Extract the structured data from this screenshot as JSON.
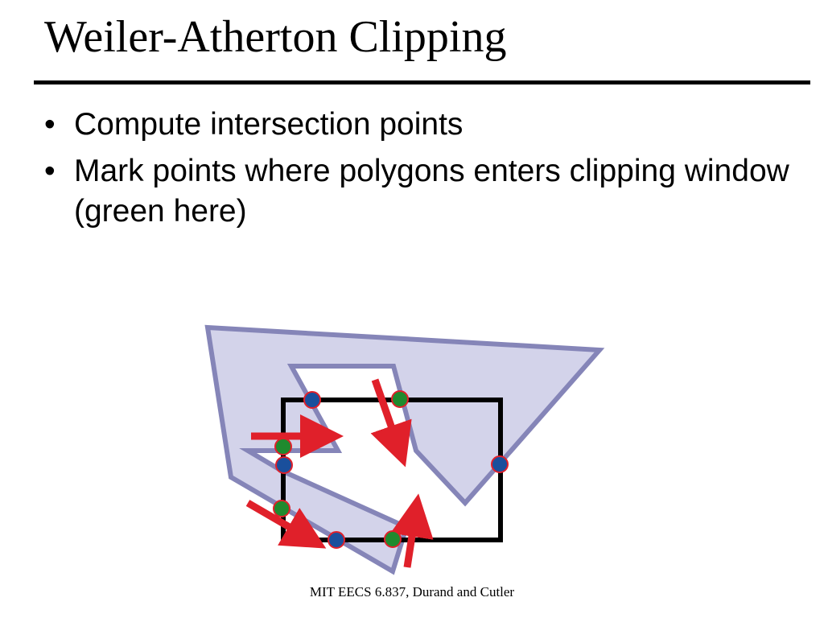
{
  "slide": {
    "title": "Weiler-Atherton Clipping",
    "bullets": [
      {
        "text": "Compute intersection points"
      },
      {
        "text": "Mark points where polygons enters clipping window (green here)"
      }
    ],
    "bullet_glyph": "•",
    "footer": "MIT EECS 6.837, Durand and Cutler"
  },
  "diagram": {
    "colors": {
      "polygon_fill": "#d3d3ea",
      "polygon_stroke": "#8585b8",
      "window_stroke": "#000000",
      "entering_point": "#1f8a2e",
      "exiting_point": "#1a4f9c",
      "point_outline": "#e0202a",
      "arrow": "#e0202a"
    },
    "intersection_points": [
      {
        "kind": "exiting",
        "icon": "blue-dot"
      },
      {
        "kind": "entering",
        "icon": "green-dot"
      },
      {
        "kind": "entering",
        "icon": "green-dot"
      },
      {
        "kind": "exiting",
        "icon": "blue-dot"
      },
      {
        "kind": "exiting",
        "icon": "blue-dot"
      },
      {
        "kind": "entering",
        "icon": "green-dot"
      },
      {
        "kind": "exiting",
        "icon": "blue-dot"
      },
      {
        "kind": "entering",
        "icon": "green-dot"
      }
    ],
    "arrows": [
      {
        "icon": "red-arrow"
      },
      {
        "icon": "red-arrow"
      },
      {
        "icon": "red-arrow"
      },
      {
        "icon": "red-arrow"
      }
    ]
  }
}
